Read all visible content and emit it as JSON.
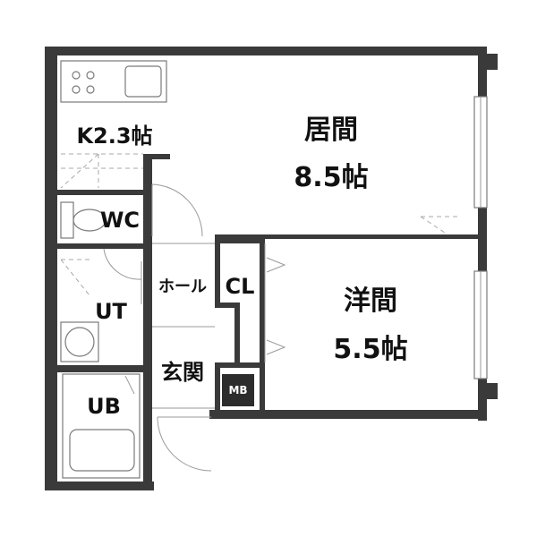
{
  "rooms": {
    "living": {
      "name": "居間",
      "size": "8.5帖"
    },
    "western": {
      "name": "洋間",
      "size": "5.5帖"
    },
    "kitchen": "K2.3帖",
    "wc": "WC",
    "utility": "UT",
    "bath": "UB",
    "hall": "ホール",
    "closet": "CL",
    "entrance": "玄関",
    "meter_box": "MB"
  },
  "colors": {
    "wall": "#3a3a3a",
    "line": "#9a9a9a"
  }
}
